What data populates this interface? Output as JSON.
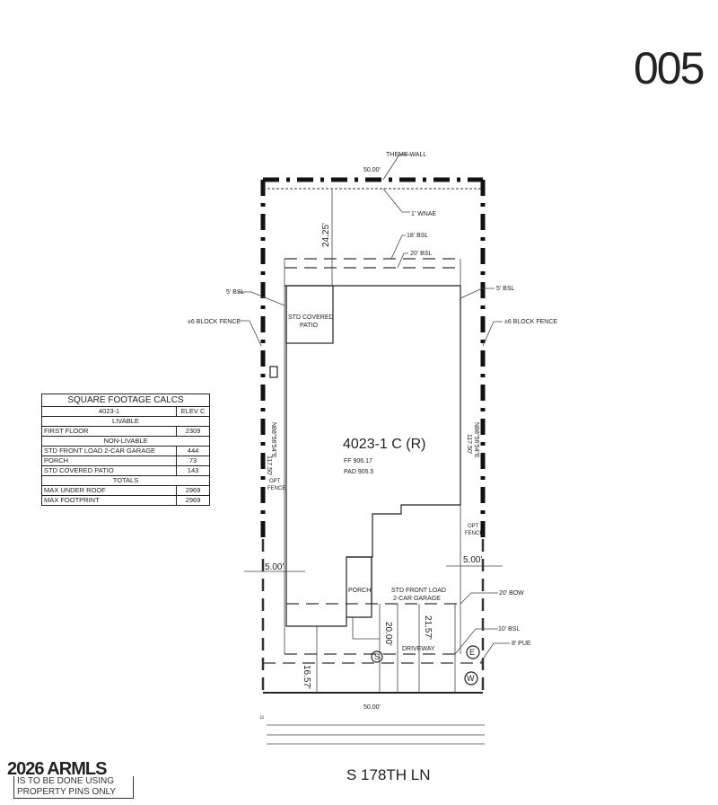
{
  "sheet_number": "005",
  "lot": {
    "plan_label": "4023-1 C (R)",
    "ff": "FF 906.17",
    "pad": "PAD 905.5",
    "front_width": "50.00'",
    "rear_width": "50.00'",
    "left_depth": "117.50'",
    "right_depth": "117.50'",
    "left_bearing": "N88°56'54\"E",
    "right_bearing": "N88°56'54\"E",
    "rear_setback_dim": "24.25'",
    "left_side_dim": "5.00'",
    "right_side_dim": "5.00'",
    "front_dim": "16.57'",
    "driveway_dim_1": "20.00'",
    "driveway_dim_2": "21.57'"
  },
  "labels": {
    "theme_wall": "THEME WALL",
    "wnae": "1' WNAE",
    "bsl_18": "18' BSL",
    "bsl_20": "20' BSL",
    "bsl_5_left": "5' BSL",
    "bsl_5_right": "5' BSL",
    "block_fence_left": "±6 BLOCK FENCE",
    "block_fence_right": "±6 BLOCK FENCE",
    "covered_patio_1": "STD COVERED",
    "covered_patio_2": "PATIO",
    "opt_fence_left_1": "OPT",
    "opt_fence_left_2": "FENCE",
    "opt_fence_right_1": "OPT",
    "opt_fence_right_2": "FENCE",
    "porch": "PORCH",
    "garage_1": "STD FRONT LOAD",
    "garage_2": "2-CAR GARAGE",
    "driveway": "DRIVEWAY",
    "bow_20": "20' BOW",
    "bsl_10": "10' BSL",
    "pue_8": "8' PUE",
    "sewer": "S",
    "electric": "E",
    "water": "W",
    "street": "S 178TH LN"
  },
  "sqft_table": {
    "title": "SQUARE FOOTAGE CALCS",
    "plan": "4023-1",
    "elev": "ELEV C",
    "livable_header": "LIVABLE",
    "livable": [
      {
        "label": "FIRST FLOOR",
        "value": "2309"
      }
    ],
    "non_livable_header": "NON-LIVABLE",
    "non_livable": [
      {
        "label": "STD FRONT LOAD 2-CAR GARAGE",
        "value": "444"
      },
      {
        "label": "PORCH",
        "value": "73"
      },
      {
        "label": "STD COVERED PATIO",
        "value": "143"
      }
    ],
    "totals_header": "TOTALS",
    "totals": [
      {
        "label": "MAX UNDER ROOF",
        "value": "2969"
      },
      {
        "label": "MAX FOOTPRINT",
        "value": "2969"
      }
    ]
  },
  "note": {
    "watermark": "2026 ARMLS",
    "line1": "IS TO BE DONE USING",
    "line2": "PROPERTY PINS ONLY"
  }
}
